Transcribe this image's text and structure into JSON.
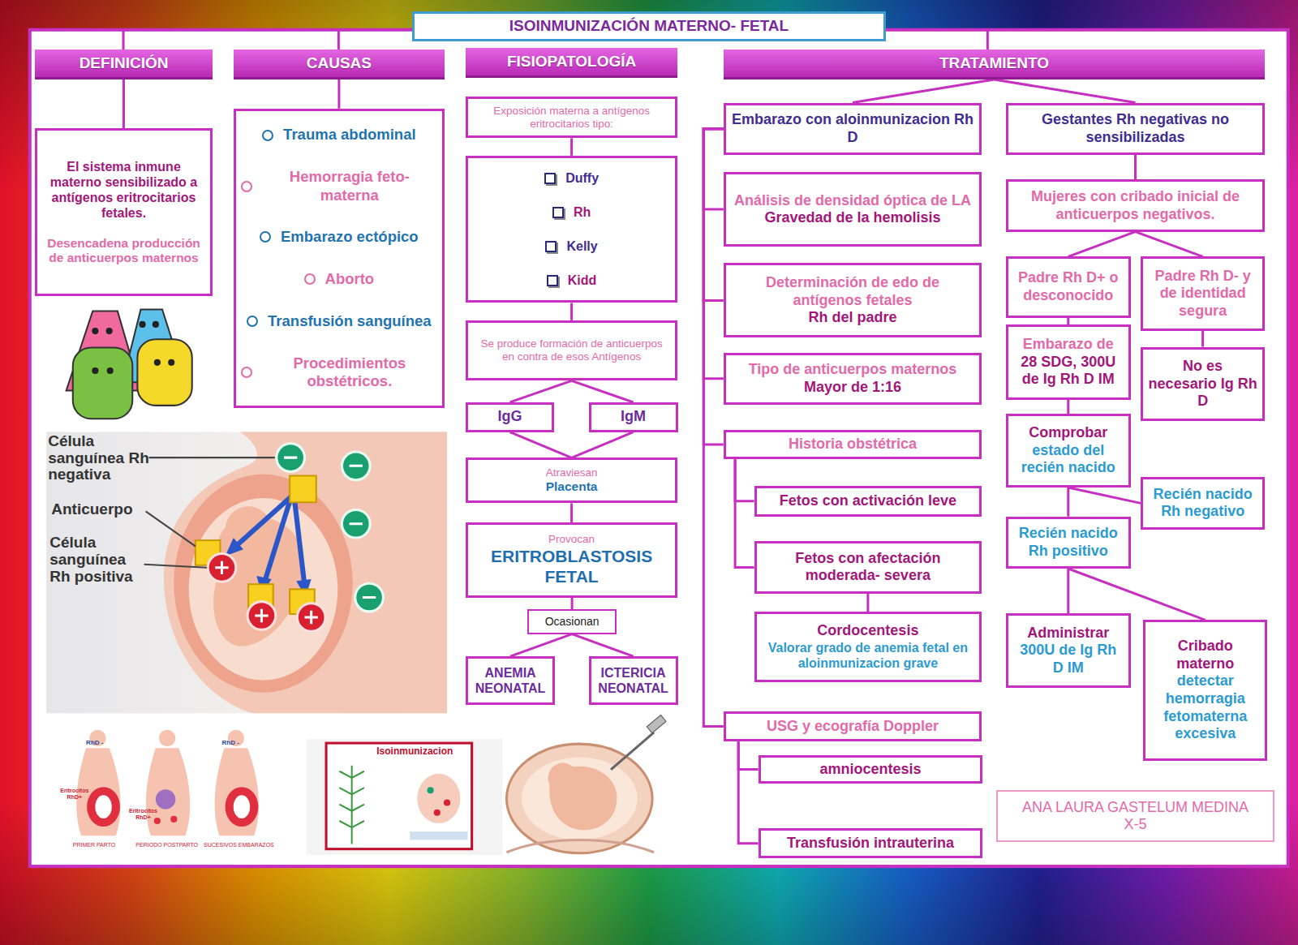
{
  "diagram": {
    "title": "ISOINMUNIZACIÓN MATERNO- FETAL",
    "nodes": [
      {
        "text": [
          "DEFINICIÓN"
        ]
      },
      {
        "text": [
          "El sistema inmune materno sensibilizado a antígenos eritrocitarios fetales.",
          "Desencadena producción de anticuerpos maternos"
        ]
      },
      {
        "text": [
          "CAUSAS"
        ]
      },
      {
        "text": [
          "Trauma abdominal",
          "Hemorragia feto-materna",
          "Embarazo ectópico",
          "Aborto",
          "Transfusión sanguínea",
          "Procedimientos obstétricos."
        ]
      },
      {
        "text": [
          "FISIOPATOLOGÍA"
        ]
      },
      {
        "text": [
          "Exposición materna a antígenos eritrocitarios tipo:"
        ]
      },
      {
        "text": [
          "Duffy",
          "Rh",
          "Kelly",
          "Kidd"
        ]
      },
      {
        "text": [
          "Se produce formación de anticuerpos en contra de esos Antígenos"
        ]
      },
      {
        "text": [
          "IgG"
        ]
      },
      {
        "text": [
          "IgM"
        ]
      },
      {
        "text": [
          "Atraviesan",
          "Placenta"
        ]
      },
      {
        "text": [
          "Provocan",
          "ERITROBLASTOSIS FETAL"
        ]
      },
      {
        "text": [
          "Ocasionan"
        ]
      },
      {
        "text": [
          "ANEMIA NEONATAL"
        ]
      },
      {
        "text": [
          "ICTERICIA NEONATAL"
        ]
      },
      {
        "text": [
          "TRATAMIENTO"
        ]
      },
      {
        "text": [
          "Embarazo con aloinmunizacion Rh D"
        ]
      },
      {
        "text": [
          "Análisis de densidad óptica de LA",
          "Gravedad de la hemolisis"
        ]
      },
      {
        "text": [
          "Determinación de edo de antígenos fetales",
          "Rh del padre"
        ]
      },
      {
        "text": [
          "Tipo de anticuerpos maternos",
          "Mayor de 1:16"
        ]
      },
      {
        "text": [
          "Historia obstétrica"
        ]
      },
      {
        "text": [
          "Fetos con activación leve"
        ]
      },
      {
        "text": [
          "Fetos con afectación moderada- severa"
        ]
      },
      {
        "text": [
          "Cordocentesis",
          "Valorar grado de anemia fetal en aloinmunizacion grave"
        ]
      },
      {
        "text": [
          "USG y ecografía Doppler"
        ]
      },
      {
        "text": [
          "amniocentesis"
        ]
      },
      {
        "text": [
          "Transfusión intrauterina"
        ]
      },
      {
        "text": [
          "Gestantes Rh negativas no sensibilizadas"
        ]
      },
      {
        "text": [
          "Mujeres con cribado inicial de anticuerpos negativos."
        ]
      },
      {
        "text": [
          "Padre Rh D+ o desconocido"
        ]
      },
      {
        "text": [
          "Padre Rh D- y de identidad segura"
        ]
      },
      {
        "text": [
          "Embarazo de",
          "28 SDG, 300U de Ig Rh D IM"
        ]
      },
      {
        "text": [
          "No es necesario Ig Rh D"
        ]
      },
      {
        "text": [
          "Comprobar",
          "estado del recién nacido"
        ]
      },
      {
        "text": [
          "Recién nacido Rh negativo"
        ]
      },
      {
        "text": [
          "Recién nacido Rh positivo"
        ]
      },
      {
        "text": [
          "Administrar",
          "300U de Ig Rh D IM"
        ]
      },
      {
        "text": [
          "Cribado materno",
          "detectar hemorragia fetomaterna excesiva"
        ]
      },
      {
        "text": [
          "ANA LAURA GASTELUM MEDINA X-5"
        ]
      }
    ],
    "edges": [
      {
        "from": 0,
        "to": 1,
        "arrow": "none"
      },
      {
        "from": 2,
        "to": 3,
        "arrow": "none"
      },
      {
        "from": 5,
        "to": 6,
        "arrow": "none"
      },
      {
        "from": 6,
        "to": 7,
        "arrow": "none"
      },
      {
        "from": 7,
        "to": 8,
        "arrow": "none"
      },
      {
        "from": 7,
        "to": 9,
        "arrow": "none"
      },
      {
        "from": 8,
        "to": 10,
        "arrow": "none"
      },
      {
        "from": 9,
        "to": 10,
        "arrow": "none"
      },
      {
        "from": 10,
        "to": 11,
        "arrow": "none"
      },
      {
        "from": 11,
        "to": 12,
        "arrow": "none"
      },
      {
        "from": 12,
        "to": 13,
        "arrow": "none"
      },
      {
        "from": 12,
        "to": 14,
        "arrow": "none"
      },
      {
        "from": 15,
        "to": 16,
        "arrow": "none"
      },
      {
        "from": 15,
        "to": 27,
        "arrow": "none"
      },
      {
        "from": 16,
        "to": 17,
        "arrow": "none"
      },
      {
        "from": 16,
        "to": 18,
        "arrow": "none"
      },
      {
        "from": 16,
        "to": 19,
        "arrow": "none"
      },
      {
        "from": 16,
        "to": 20,
        "arrow": "none"
      },
      {
        "from": 16,
        "to": 24,
        "arrow": "none"
      },
      {
        "from": 20,
        "to": 21,
        "arrow": "none"
      },
      {
        "from": 20,
        "to": 22,
        "arrow": "none"
      },
      {
        "from": 22,
        "to": 23,
        "arrow": "none"
      },
      {
        "from": 24,
        "to": 25,
        "arrow": "none"
      },
      {
        "from": 24,
        "to": 26,
        "arrow": "none"
      },
      {
        "from": 27,
        "to": 28,
        "arrow": "none"
      },
      {
        "from": 28,
        "to": 29,
        "arrow": "none"
      },
      {
        "from": 28,
        "to": 30,
        "arrow": "none"
      },
      {
        "from": 29,
        "to": 31,
        "arrow": "none"
      },
      {
        "from": 30,
        "to": 32,
        "arrow": "none"
      },
      {
        "from": 31,
        "to": 33,
        "arrow": "none"
      },
      {
        "from": 33,
        "to": 34,
        "arrow": "none"
      },
      {
        "from": 33,
        "to": 35,
        "arrow": "none"
      },
      {
        "from": 35,
        "to": 36,
        "arrow": "none"
      },
      {
        "from": 35,
        "to": 37,
        "arrow": "none"
      }
    ],
    "labels": [
      "Célula sanguínea Rh negativa",
      "Anticuerpo",
      "Célula sanguínea Rh positiva",
      "RhD -",
      "Eritrocitos RhD+",
      "Eritrocitos RhD+",
      "RhD -",
      "PRIMER PARTO",
      "PERIODO POSTPARTO",
      "SUCESIVOS EMBARAZOS",
      "Isoinmunizacion"
    ]
  }
}
